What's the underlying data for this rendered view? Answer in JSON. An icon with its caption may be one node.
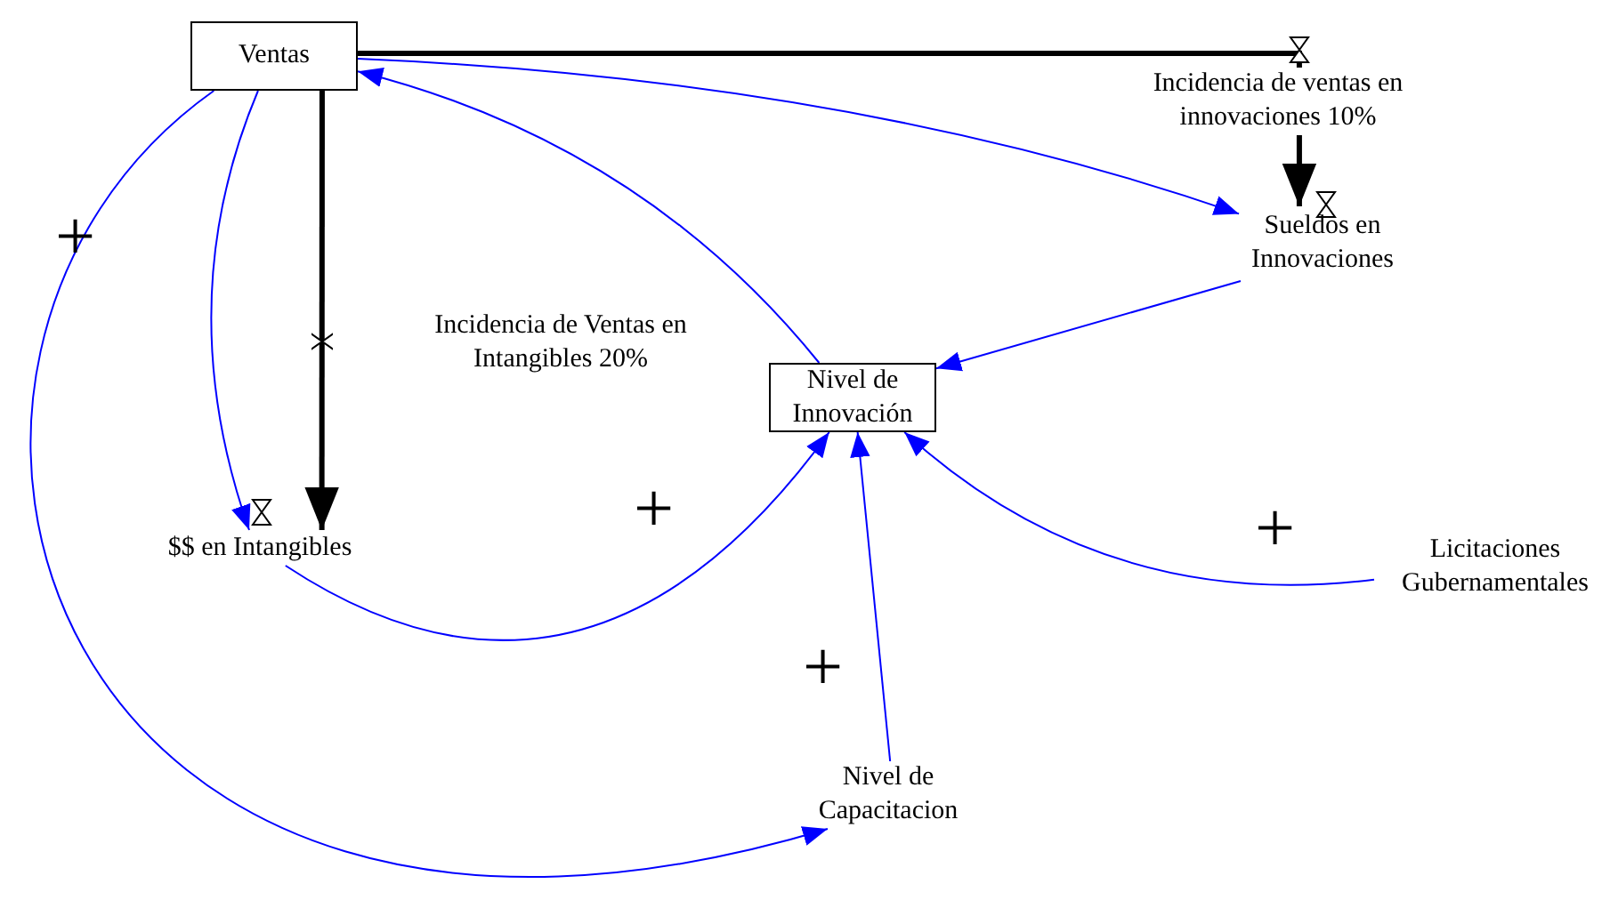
{
  "diagram": {
    "nodes": [
      {
        "text": [
          "Ventas"
        ]
      },
      {
        "text": [
          "Sueldos en Innovaciones"
        ]
      },
      {
        "text": [
          "Nivel de Innovación"
        ]
      },
      {
        "text": [
          "$$ en Intangibles"
        ]
      },
      {
        "text": [
          "Licitaciones Gubernamentales"
        ]
      },
      {
        "text": [
          "Nivel de Capacitacion"
        ]
      }
    ],
    "edges": [
      {
        "from": 0,
        "to": 1,
        "arrow": "to",
        "style": "thick",
        "color": "#000000",
        "label": "Incidencia de ventas en innovaciones 10%"
      },
      {
        "from": 0,
        "to": 3,
        "arrow": "to",
        "style": "thick",
        "color": "#000000",
        "label": "Incidencia de Ventas en Intangibles 20%"
      },
      {
        "from": 0,
        "to": 1,
        "arrow": "to"
      },
      {
        "from": 0,
        "to": 3,
        "arrow": "to"
      },
      {
        "from": 2,
        "to": 0,
        "arrow": "to"
      },
      {
        "from": 1,
        "to": 2,
        "arrow": "to"
      },
      {
        "from": 3,
        "to": 2,
        "arrow": "to"
      },
      {
        "from": 5,
        "to": 2,
        "arrow": "to"
      },
      {
        "from": 4,
        "to": 2,
        "arrow": "to"
      },
      {
        "from": 0,
        "to": 5,
        "arrow": "to"
      }
    ],
    "labels": [
      "+",
      "+",
      "+",
      "+"
    ]
  }
}
